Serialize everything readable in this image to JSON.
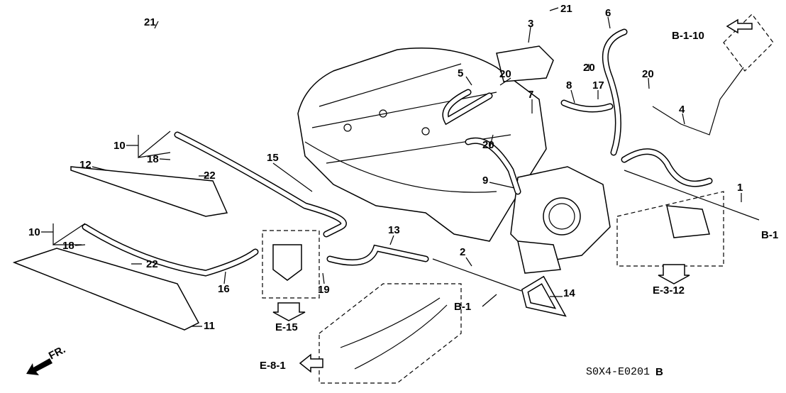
{
  "diagram_code": "S0X4-E0201",
  "diagram_revision": "B",
  "front_indicator": "FR.",
  "callouts": {
    "c21a": "21",
    "c21b": "21",
    "c3": "3",
    "c6": "6",
    "c20a": "20",
    "c20b": "20",
    "c20c": "20",
    "c20d": "20",
    "c5": "5",
    "c7": "7",
    "c8": "8",
    "c17": "17",
    "c4": "4",
    "c9": "9",
    "c15": "15",
    "c10a": "10",
    "c18a": "18",
    "c12": "12",
    "c22a": "22",
    "c1": "1",
    "c10b": "10",
    "c18b": "18",
    "c13": "13",
    "c2": "2",
    "c16": "16",
    "c22b": "22",
    "c19": "19",
    "c14": "14",
    "c11": "11"
  },
  "references": {
    "b110": "B-1-10",
    "b1_right": "B-1",
    "b1_mid": "B-1",
    "e312": "E-3-12",
    "e15": "E-15",
    "e81": "E-8-1"
  }
}
